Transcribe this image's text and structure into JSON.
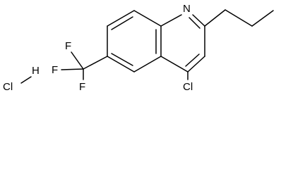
{
  "molecule": {
    "atoms": {
      "N": "N",
      "Cl_ring": "Cl",
      "F_top": "F",
      "F_left": "F",
      "F_bottom": "F",
      "HCl_Cl": "Cl",
      "HCl_H": "H"
    }
  },
  "colors": {
    "stroke": "#000000",
    "background": "#ffffff"
  }
}
